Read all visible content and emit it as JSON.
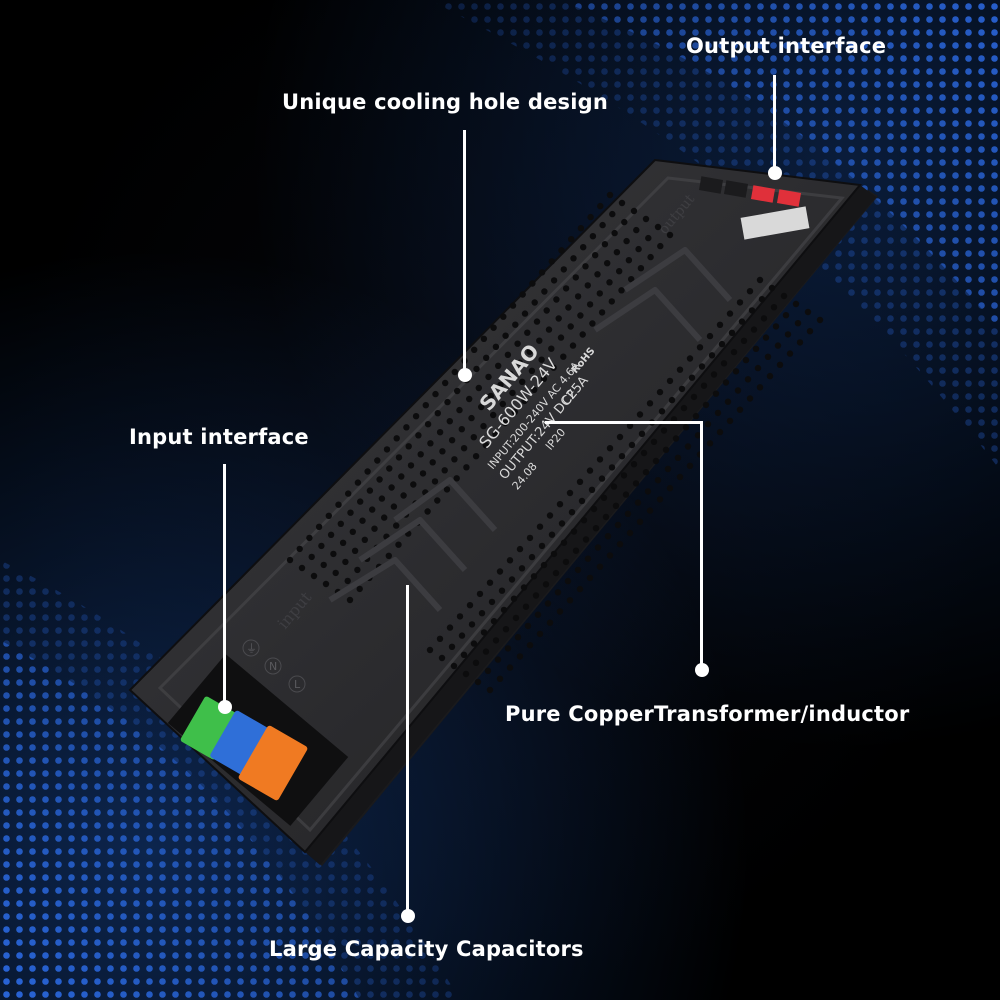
{
  "callouts": {
    "output_interface": "Output interface",
    "cooling_hole": "Unique cooling hole design",
    "input_interface": "Input interface",
    "transformer": "Pure CopperTransformer/inductor",
    "capacitors": "Large Capacity Capacitors"
  },
  "product": {
    "brand": "SANAO",
    "model": "SG-600W-24V",
    "input_rating": "INPUT:200-240V AC 4.6A",
    "output_rating": "OUTPUT:24V  DC25A",
    "date_code": "24.08",
    "ip_rating": "IP20",
    "ce_mark": "CE",
    "rohs_mark": "RoHS",
    "input_side_text": "input",
    "output_side_text": "output",
    "terminal_labels": [
      "⏚",
      "N",
      "L"
    ]
  },
  "colors": {
    "accent_blue": "#1e63ff",
    "terminal_green": "#3fbf4a",
    "terminal_blue": "#2f6fd8",
    "terminal_orange": "#f07a22",
    "terminal_red": "#e0303a",
    "housing": "#2a2a2c"
  }
}
